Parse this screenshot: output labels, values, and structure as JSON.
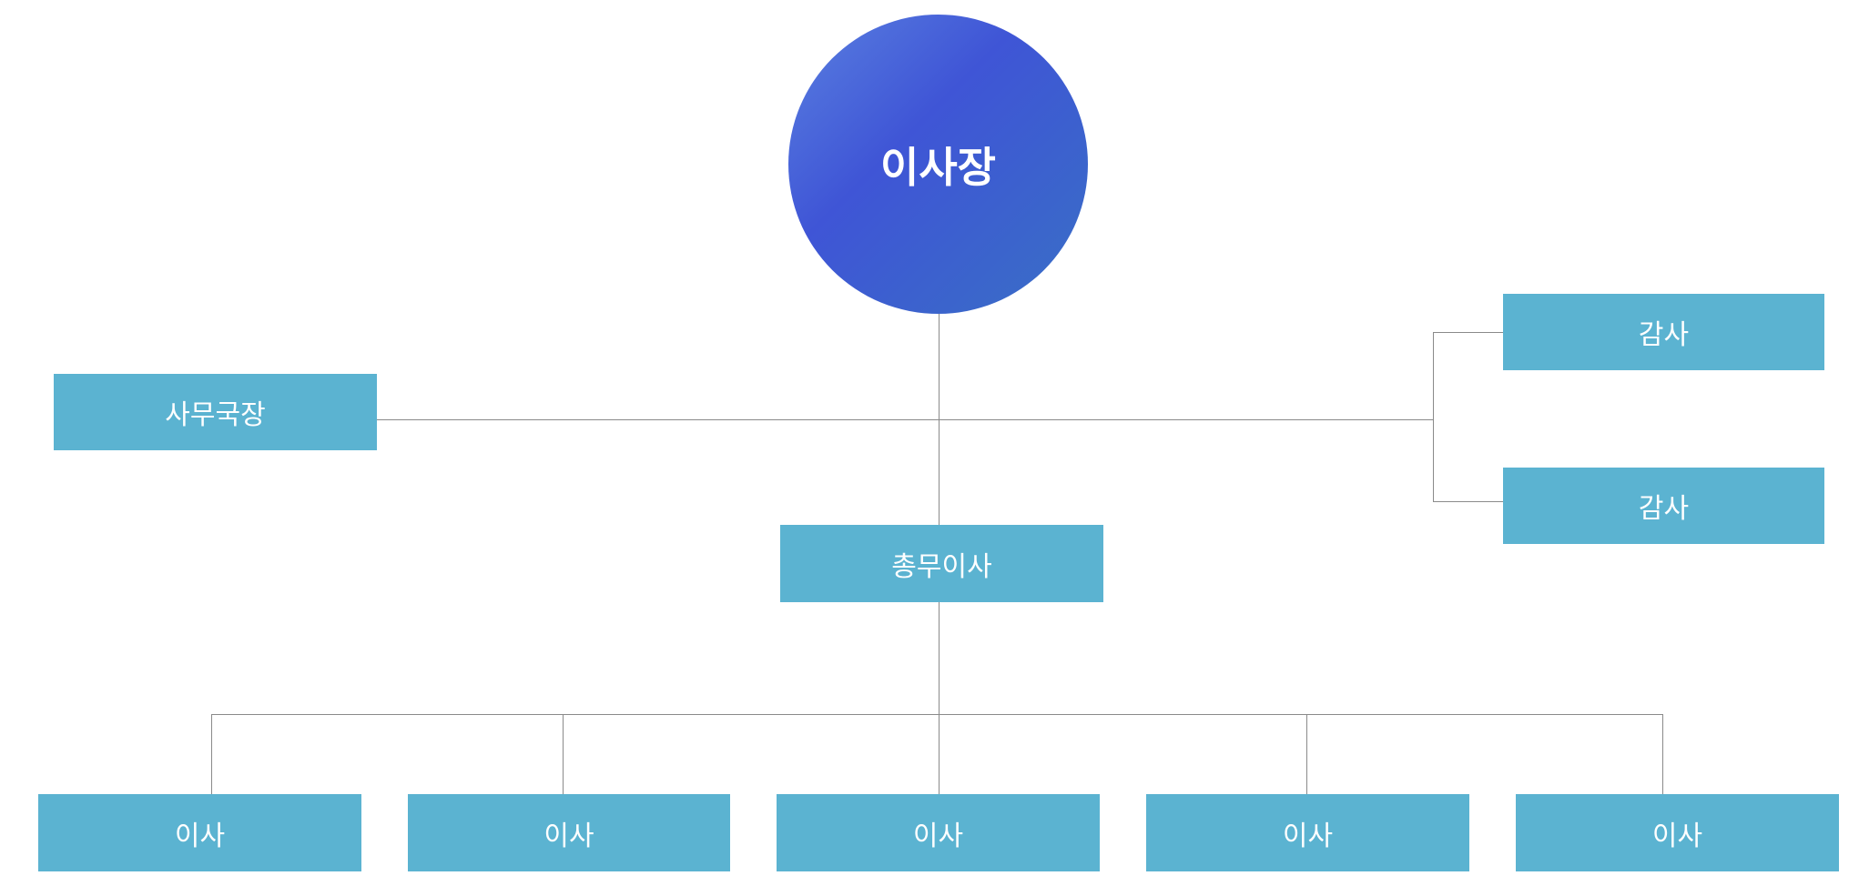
{
  "chairman": "이사장",
  "secretary_general": "사무국장",
  "auditors": [
    "감사",
    "감사"
  ],
  "managing_director": "총무이사",
  "directors": [
    "이사",
    "이사",
    "이사",
    "이사",
    "이사"
  ],
  "colors": {
    "box": "#5bb3d1",
    "circle": "#3f55d6",
    "line": "#8a8a8a"
  }
}
